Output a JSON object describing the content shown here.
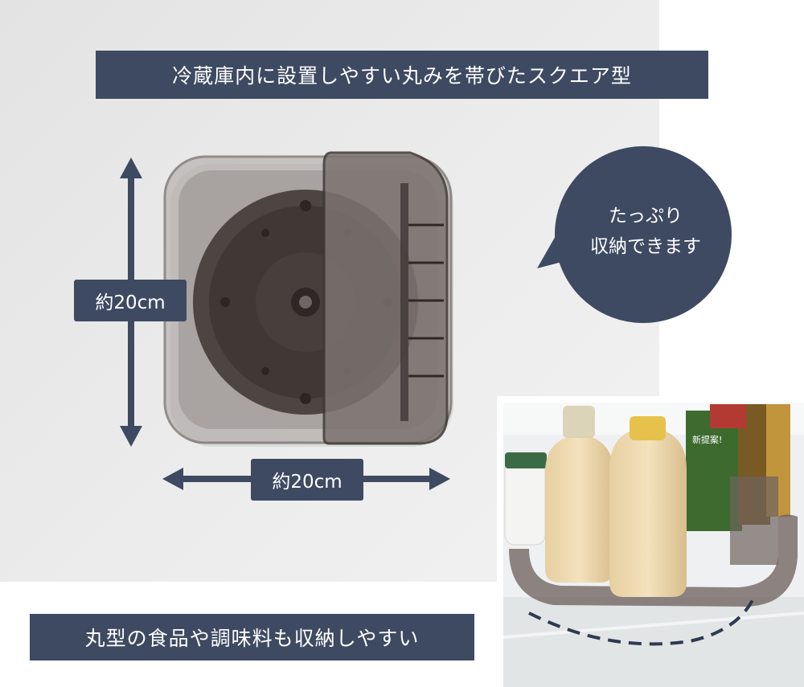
{
  "banners": {
    "top": "冷蔵庫内に設置しやすい丸みを帯びたスクエア型",
    "bottom": "丸型の食品や調味料も収納しやすい"
  },
  "dimensions": {
    "height_label": "約20cm",
    "width_label": "約20cm"
  },
  "bubble": {
    "line1": "たっぷり",
    "line2": "収納できます"
  },
  "photo_items": {
    "package_label": "新提案!"
  },
  "colors": {
    "navy": "#3e4a62",
    "tray": "#5a504c",
    "background": "#e8e8e8"
  }
}
